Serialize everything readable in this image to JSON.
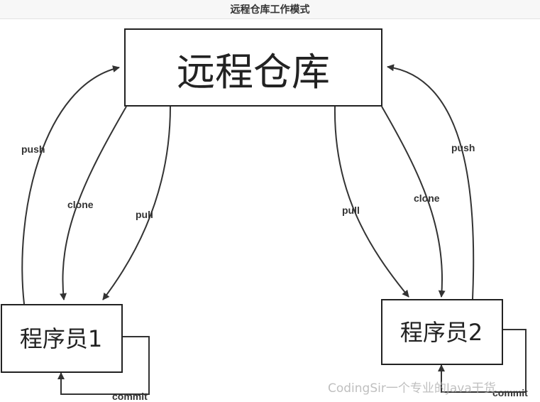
{
  "header": {
    "title": "远程仓库工作模式"
  },
  "nodes": {
    "remote": "远程仓库",
    "dev1": "程序员1",
    "dev2": "程序员2"
  },
  "edges": {
    "left_push": "push",
    "left_clone": "clone",
    "left_pull": "pull",
    "left_commit": "commit",
    "right_push": "push",
    "right_clone": "clone",
    "right_pull": "pull",
    "right_commit": "commit"
  },
  "watermark": "CodingSir一个专业的Java干货",
  "colors": {
    "stroke": "#333333",
    "background": "#ffffff",
    "titlebar": "#f7f7f7"
  }
}
